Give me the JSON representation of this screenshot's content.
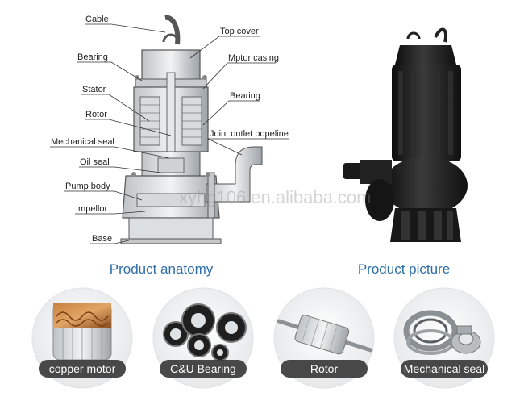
{
  "anatomy_labels": {
    "cable": "Cable",
    "top_cover": "Top cover",
    "bearing_upper": "Bearing",
    "motor_casing": "Mptor casing",
    "stator": "Stator",
    "bearing_right": "Bearing",
    "rotor": "Rotor",
    "joint_outlet": "Joint outlet popeline",
    "mechanical_seal": "Mechanical seal",
    "oil_seal": "Oil seal",
    "pump_body": "Pump body",
    "impellor": "Impellor",
    "base": "Base"
  },
  "captions": {
    "anatomy": "Product anatomy",
    "picture": "Product picture"
  },
  "watermark": "xyhg106.en.alibaba.com",
  "components": [
    {
      "label": "copper motor"
    },
    {
      "label": "C&U Bearing"
    },
    {
      "label": "Rotor"
    },
    {
      "label": "Mechanical seal"
    }
  ],
  "colors": {
    "caption_blue": "#2d6ea8",
    "pill_dark": "#3a3a3a",
    "pump_black": "#1c1c1c"
  }
}
